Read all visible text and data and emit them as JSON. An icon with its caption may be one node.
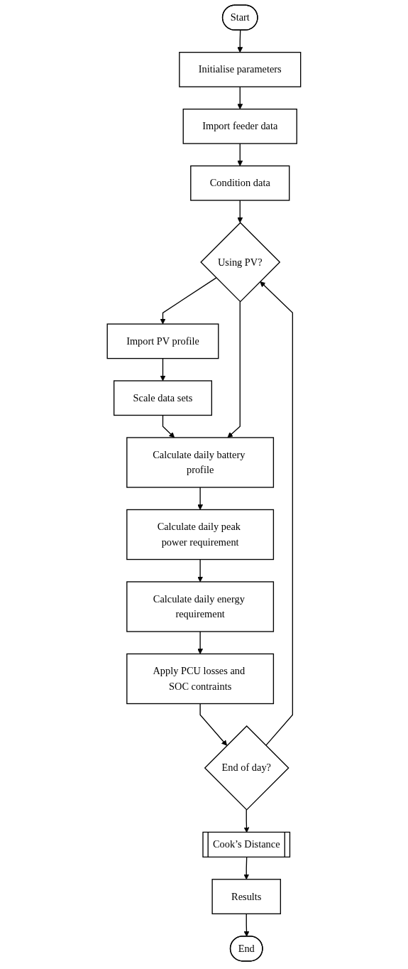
{
  "diagram": {
    "nodes": [
      {
        "text": [
          "Start"
        ]
      },
      {
        "text": [
          "Initialise parameters"
        ]
      },
      {
        "text": [
          "Import feeder data"
        ]
      },
      {
        "text": [
          "Condition data"
        ]
      },
      {
        "text": [
          "Using PV?"
        ]
      },
      {
        "text": [
          "Import PV profile"
        ]
      },
      {
        "text": [
          "Calculate daily battery profile"
        ]
      },
      {
        "text": [
          "Scale data sets"
        ]
      },
      {
        "text": [
          "Calculate daily peak power requirement"
        ]
      },
      {
        "text": [
          "Calculate daily energy requirement"
        ]
      },
      {
        "text": [
          "Apply PCU losses and SOC contraints"
        ]
      },
      {
        "text": [
          "End of day?"
        ]
      },
      {
        "text": [
          "Cook’s Distance"
        ]
      },
      {
        "text": [
          "Results"
        ]
      },
      {
        "text": [
          "End"
        ]
      }
    ],
    "edges": [
      {
        "from": 0,
        "to": 1,
        "arrow": "to"
      },
      {
        "from": 1,
        "to": 2,
        "arrow": "to"
      },
      {
        "from": 2,
        "to": 3,
        "arrow": "to"
      },
      {
        "from": 3,
        "to": 4,
        "arrow": "to"
      },
      {
        "from": 4,
        "to": 5,
        "arrow": "to"
      },
      {
        "from": 5,
        "to": 7,
        "arrow": "to"
      },
      {
        "from": 7,
        "to": 6,
        "arrow": "to"
      },
      {
        "from": 4,
        "to": 6,
        "arrow": "to"
      },
      {
        "from": 6,
        "to": 8,
        "arrow": "to"
      },
      {
        "from": 8,
        "to": 9,
        "arrow": "to"
      },
      {
        "from": 9,
        "to": 10,
        "arrow": "to"
      },
      {
        "from": 10,
        "to": 11,
        "arrow": "to"
      },
      {
        "from": 11,
        "to": 4,
        "arrow": "to"
      },
      {
        "from": 11,
        "to": 12,
        "arrow": "to"
      },
      {
        "from": 12,
        "to": 13,
        "arrow": "to"
      },
      {
        "from": 13,
        "to": 14,
        "arrow": "to"
      }
    ]
  }
}
